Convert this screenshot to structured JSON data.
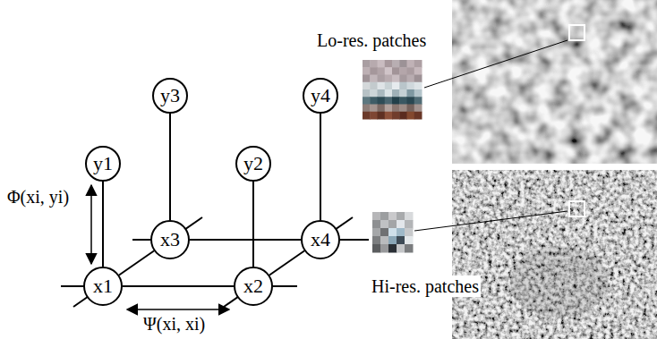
{
  "diagram": {
    "nodes": [
      {
        "text": [
          "y3"
        ]
      },
      {
        "text": [
          "y4"
        ]
      },
      {
        "text": [
          "y1"
        ]
      },
      {
        "text": [
          "y2"
        ]
      },
      {
        "text": [
          "x3"
        ]
      },
      {
        "text": [
          "x4"
        ]
      },
      {
        "text": [
          "x1"
        ]
      },
      {
        "text": [
          "x2"
        ]
      }
    ],
    "edges": [
      {
        "from": 2,
        "to": 6,
        "arrow": "none"
      },
      {
        "from": 0,
        "to": 4,
        "arrow": "none"
      },
      {
        "from": 3,
        "to": 7,
        "arrow": "none"
      },
      {
        "from": 1,
        "to": 5,
        "arrow": "none"
      },
      {
        "from": 6,
        "to": 7,
        "arrow": "none"
      },
      {
        "from": 4,
        "to": 5,
        "arrow": "none"
      },
      {
        "from": 6,
        "to": 4,
        "arrow": "none"
      },
      {
        "from": 7,
        "to": 5,
        "arrow": "none"
      }
    ],
    "labels": [
      "Lo-res. patches",
      "Φ(xi, yi)",
      "Hi-res. patches",
      "Ψ(xi, xi)"
    ]
  }
}
